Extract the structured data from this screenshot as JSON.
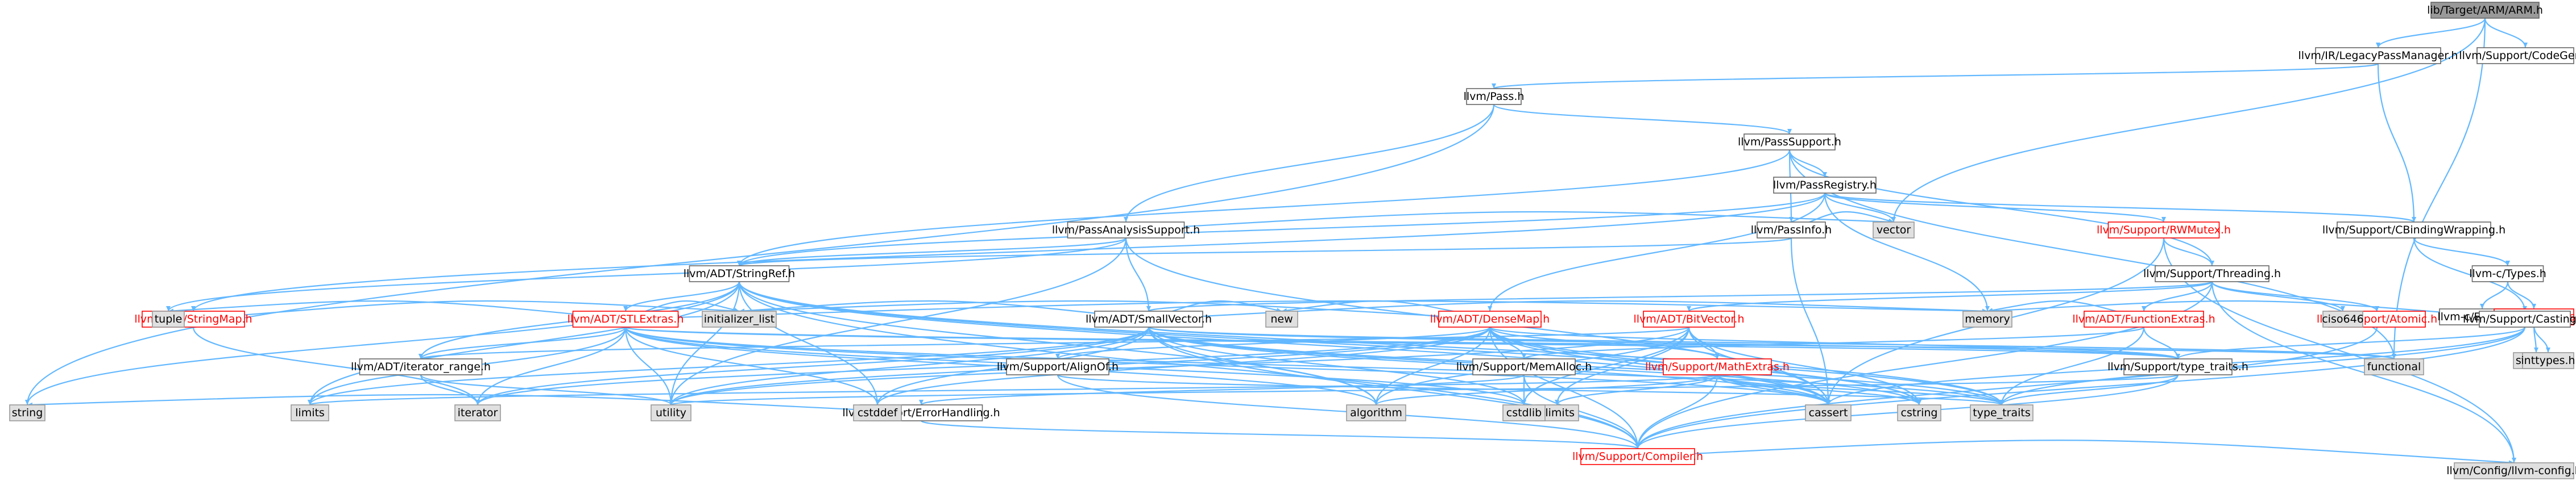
{
  "colors": {
    "edge": "#63b8ff",
    "plain_border": "#666666",
    "missing_fill": "#e0e0e0",
    "root_fill": "#999999",
    "incomplete_border": "#ff0000"
  },
  "nodes": [
    {
      "id": "root",
      "label": "lib/Target/ARM/ARM.h",
      "style": "root"
    },
    {
      "id": "legacypm",
      "label": "llvm/IR/LegacyPassManager.h",
      "style": "plain"
    },
    {
      "id": "codegen",
      "label": "llvm/Support/CodeGen.h",
      "style": "plain"
    },
    {
      "id": "pass",
      "label": "llvm/Pass.h",
      "style": "plain"
    },
    {
      "id": "passsupport",
      "label": "llvm/PassSupport.h",
      "style": "plain"
    },
    {
      "id": "passregistry",
      "label": "llvm/PassRegistry.h",
      "style": "plain"
    },
    {
      "id": "passanalysis",
      "label": "llvm/PassAnalysisSupport.h",
      "style": "plain"
    },
    {
      "id": "passinfo",
      "label": "llvm/PassInfo.h",
      "style": "plain"
    },
    {
      "id": "rwmutex",
      "label": "llvm/Support/RWMutex.h",
      "style": "red"
    },
    {
      "id": "cbinding",
      "label": "llvm/Support/CBindingWrapping.h",
      "style": "plain"
    },
    {
      "id": "stringref",
      "label": "llvm/ADT/StringRef.h",
      "style": "plain"
    },
    {
      "id": "threading",
      "label": "llvm/Support/Threading.h",
      "style": "plain"
    },
    {
      "id": "ctypes",
      "label": "llvm-c/Types.h",
      "style": "plain"
    },
    {
      "id": "externc",
      "label": "llvm-c/ExternC.h",
      "style": "plain"
    },
    {
      "id": "datatypes",
      "label": "llvm-c/DataTypes.h",
      "style": "red"
    },
    {
      "id": "stdint",
      "label": "stdint.h",
      "style": "gray"
    },
    {
      "id": "inttypes",
      "label": "inttypes.h",
      "style": "gray"
    },
    {
      "id": "stringmap",
      "label": "llvm/ADT/StringMap.h",
      "style": "red"
    },
    {
      "id": "stlextras",
      "label": "llvm/ADT/STLExtras.h",
      "style": "red"
    },
    {
      "id": "smallvector",
      "label": "llvm/ADT/SmallVector.h",
      "style": "plain"
    },
    {
      "id": "densemap",
      "label": "llvm/ADT/DenseMap.h",
      "style": "red"
    },
    {
      "id": "bitvector",
      "label": "llvm/ADT/BitVector.h",
      "style": "red"
    },
    {
      "id": "funcextras",
      "label": "llvm/ADT/FunctionExtras.h",
      "style": "red"
    },
    {
      "id": "atomic",
      "label": "llvm/Support/Atomic.h",
      "style": "red"
    },
    {
      "id": "casting",
      "label": "llvm/Support/Casting.h",
      "style": "plain"
    },
    {
      "id": "ciso646",
      "label": "ciso646",
      "style": "gray"
    },
    {
      "id": "iterrange",
      "label": "llvm/ADT/iterator_range.h",
      "style": "plain"
    },
    {
      "id": "alignof",
      "label": "llvm/Support/AlignOf.h",
      "style": "plain"
    },
    {
      "id": "memalloc",
      "label": "llvm/Support/MemAlloc.h",
      "style": "plain"
    },
    {
      "id": "mathextras",
      "label": "llvm/Support/MathExtras.h",
      "style": "red"
    },
    {
      "id": "typetraits",
      "label": "llvm/Support/type_traits.h",
      "style": "plain"
    },
    {
      "id": "errorhandling",
      "label": "llvm/Support/ErrorHandling.h",
      "style": "plain"
    },
    {
      "id": "compiler",
      "label": "llvm/Support/Compiler.h",
      "style": "red"
    },
    {
      "id": "llvmconfig",
      "label": "llvm/Config/llvm-config.h",
      "style": "gray"
    },
    {
      "id": "string",
      "label": "string",
      "style": "gray"
    },
    {
      "id": "tuple",
      "label": "tuple",
      "style": "gray"
    },
    {
      "id": "initlist",
      "label": "initializer_list",
      "style": "gray"
    },
    {
      "id": "vector",
      "label": "vector",
      "style": "gray"
    },
    {
      "id": "new",
      "label": "new",
      "style": "gray"
    },
    {
      "id": "memory",
      "label": "memory",
      "style": "gray"
    },
    {
      "id": "functional",
      "label": "functional",
      "style": "gray"
    },
    {
      "id": "limits",
      "label": "limits",
      "style": "gray"
    },
    {
      "id": "iterator",
      "label": "iterator",
      "style": "gray"
    },
    {
      "id": "utility",
      "label": "utility",
      "style": "gray"
    },
    {
      "id": "cstddef",
      "label": "cstddef",
      "style": "gray"
    },
    {
      "id": "algorithm",
      "label": "algorithm",
      "style": "gray"
    },
    {
      "id": "climits",
      "label": "climits",
      "style": "gray"
    },
    {
      "id": "cstdlib",
      "label": "cstdlib",
      "style": "gray"
    },
    {
      "id": "cassert",
      "label": "cassert",
      "style": "gray"
    },
    {
      "id": "cstring",
      "label": "cstring",
      "style": "gray"
    },
    {
      "id": "typetraitsstd",
      "label": "type_traits",
      "style": "gray"
    }
  ],
  "edges": [
    [
      "root",
      "legacypm"
    ],
    [
      "root",
      "codegen"
    ],
    [
      "root",
      "functional"
    ],
    [
      "root",
      "vector"
    ],
    [
      "legacypm",
      "pass"
    ],
    [
      "legacypm",
      "cbinding"
    ],
    [
      "pass",
      "passanalysis"
    ],
    [
      "pass",
      "passsupport"
    ],
    [
      "pass",
      "string"
    ],
    [
      "passsupport",
      "passinfo"
    ],
    [
      "passsupport",
      "passregistry"
    ],
    [
      "passsupport",
      "threading"
    ],
    [
      "passsupport",
      "stringref"
    ],
    [
      "passsupport",
      "functional"
    ],
    [
      "passregistry",
      "stringmap"
    ],
    [
      "passregistry",
      "stringref"
    ],
    [
      "passregistry",
      "cbinding"
    ],
    [
      "passregistry",
      "rwmutex"
    ],
    [
      "passregistry",
      "memory"
    ],
    [
      "passregistry",
      "vector"
    ],
    [
      "passregistry",
      "densemap"
    ],
    [
      "passanalysis",
      "smallvector"
    ],
    [
      "passanalysis",
      "stringref"
    ],
    [
      "passanalysis",
      "cassert"
    ],
    [
      "passanalysis",
      "tuple"
    ],
    [
      "passanalysis",
      "utility"
    ],
    [
      "passanalysis",
      "vector"
    ],
    [
      "passinfo",
      "stringref"
    ],
    [
      "passinfo",
      "cassert"
    ],
    [
      "passinfo",
      "vector"
    ],
    [
      "rwmutex",
      "threading"
    ],
    [
      "rwmutex",
      "llvmconfig"
    ],
    [
      "rwmutex",
      "cassert"
    ],
    [
      "cbinding",
      "ctypes"
    ],
    [
      "cbinding",
      "casting"
    ],
    [
      "ctypes",
      "externc"
    ],
    [
      "ctypes",
      "datatypes"
    ],
    [
      "datatypes",
      "stdint"
    ],
    [
      "datatypes",
      "inttypes"
    ],
    [
      "stringref",
      "stlextras"
    ],
    [
      "stringref",
      "iterrange"
    ],
    [
      "stringref",
      "compiler"
    ],
    [
      "stringref",
      "algorithm"
    ],
    [
      "stringref",
      "cassert"
    ],
    [
      "stringref",
      "cstddef"
    ],
    [
      "stringref",
      "cstring"
    ],
    [
      "stringref",
      "limits"
    ],
    [
      "stringref",
      "string"
    ],
    [
      "stringref",
      "typetraitsstd"
    ],
    [
      "stringref",
      "utility"
    ],
    [
      "threading",
      "bitvector"
    ],
    [
      "threading",
      "funcextras"
    ],
    [
      "threading",
      "atomic"
    ],
    [
      "threading",
      "ciso646"
    ],
    [
      "threading",
      "compiler"
    ],
    [
      "threading",
      "llvmconfig"
    ],
    [
      "threading",
      "smallvector"
    ],
    [
      "stringmap",
      "initlist"
    ],
    [
      "stringmap",
      "iterator"
    ],
    [
      "stlextras",
      "iterrange"
    ],
    [
      "stlextras",
      "typetraits"
    ],
    [
      "stlextras",
      "algorithm"
    ],
    [
      "stlextras",
      "cassert"
    ],
    [
      "stlextras",
      "cstddef"
    ],
    [
      "stlextras",
      "cstdlib"
    ],
    [
      "stlextras",
      "functional"
    ],
    [
      "stlextras",
      "initlist"
    ],
    [
      "stlextras",
      "iterator"
    ],
    [
      "stlextras",
      "limits"
    ],
    [
      "stlextras",
      "memory"
    ],
    [
      "stlextras",
      "tuple"
    ],
    [
      "stlextras",
      "typetraitsstd"
    ],
    [
      "stlextras",
      "utility"
    ],
    [
      "smallvector",
      "compiler"
    ],
    [
      "smallvector",
      "typetraits"
    ],
    [
      "smallvector",
      "algorithm"
    ],
    [
      "smallvector",
      "cassert"
    ],
    [
      "smallvector",
      "cstddef"
    ],
    [
      "smallvector",
      "cstdlib"
    ],
    [
      "smallvector",
      "cstring"
    ],
    [
      "smallvector",
      "functional"
    ],
    [
      "smallvector",
      "initlist"
    ],
    [
      "smallvector",
      "iterator"
    ],
    [
      "smallvector",
      "limits"
    ],
    [
      "smallvector",
      "memory"
    ],
    [
      "smallvector",
      "new"
    ],
    [
      "smallvector",
      "typetraitsstd"
    ],
    [
      "smallvector",
      "utility"
    ],
    [
      "densemap",
      "alignof"
    ],
    [
      "densemap",
      "compiler"
    ],
    [
      "densemap",
      "mathextras"
    ],
    [
      "densemap",
      "memalloc"
    ],
    [
      "densemap",
      "typetraits"
    ],
    [
      "densemap",
      "algorithm"
    ],
    [
      "densemap",
      "cassert"
    ],
    [
      "densemap",
      "cstddef"
    ],
    [
      "densemap",
      "cstring"
    ],
    [
      "densemap",
      "initlist"
    ],
    [
      "densemap",
      "iterator"
    ],
    [
      "densemap",
      "new"
    ],
    [
      "densemap",
      "typetraitsstd"
    ],
    [
      "densemap",
      "utility"
    ],
    [
      "bitvector",
      "iterrange"
    ],
    [
      "bitvector",
      "mathextras"
    ],
    [
      "bitvector",
      "algorithm"
    ],
    [
      "bitvector",
      "cassert"
    ],
    [
      "bitvector",
      "climits"
    ],
    [
      "bitvector",
      "cstdint"
    ],
    [
      "bitvector",
      "cstdlib"
    ],
    [
      "bitvector",
      "cstring"
    ],
    [
      "bitvector",
      "utility"
    ],
    [
      "funcextras",
      "typetraits"
    ],
    [
      "funcextras",
      "memalloc"
    ],
    [
      "funcextras",
      "memory"
    ],
    [
      "funcextras",
      "typetraitsstd"
    ],
    [
      "casting",
      "compiler"
    ],
    [
      "casting",
      "typetraits"
    ],
    [
      "casting",
      "cassert"
    ],
    [
      "casting",
      "memory"
    ],
    [
      "casting",
      "typetraitsstd"
    ],
    [
      "iterrange",
      "iterator"
    ],
    [
      "iterrange",
      "utility"
    ],
    [
      "alignof",
      "compiler"
    ],
    [
      "alignof",
      "typetraitsstd"
    ],
    [
      "memalloc",
      "compiler"
    ],
    [
      "memalloc",
      "errorhandling"
    ],
    [
      "memalloc",
      "cstdlib"
    ],
    [
      "mathextras",
      "compiler"
    ],
    [
      "mathextras",
      "cassert"
    ],
    [
      "mathextras",
      "climits"
    ],
    [
      "mathextras",
      "cstring"
    ],
    [
      "mathextras",
      "limits"
    ],
    [
      "mathextras",
      "typetraitsstd"
    ],
    [
      "mathextras",
      "algorithm"
    ],
    [
      "typetraits",
      "compiler"
    ],
    [
      "typetraits",
      "typetraitsstd"
    ],
    [
      "typetraits",
      "utility"
    ],
    [
      "errorhandling",
      "compiler"
    ],
    [
      "errorhandling",
      "string"
    ],
    [
      "compiler",
      "llvmconfig"
    ],
    [
      "atomic",
      "compiler"
    ]
  ]
}
